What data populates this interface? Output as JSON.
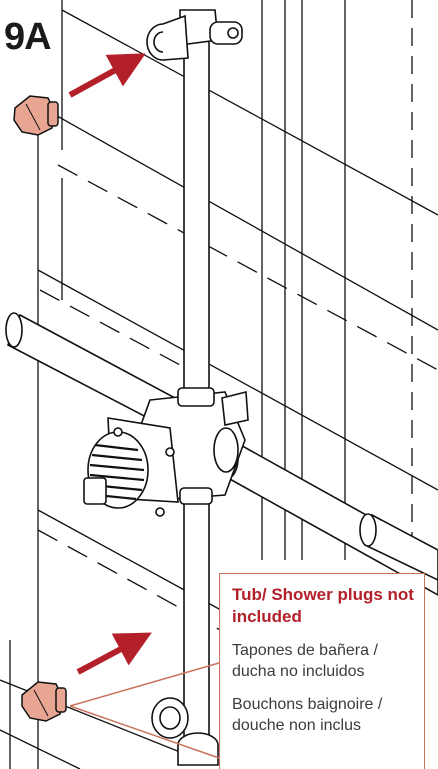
{
  "step": {
    "label": "9A"
  },
  "note": {
    "title": "Tub/ Shower plugs not included",
    "spanish": "Tapones de bañera / ducha no incluidos",
    "french": "Bouchons baignoire / douche non inclus"
  },
  "colors": {
    "arrow": "#b3202a",
    "plug_fill": "#e8a592",
    "callout_border": "#c8735a",
    "title_text": "#b3202a",
    "line_art": "#111111"
  }
}
